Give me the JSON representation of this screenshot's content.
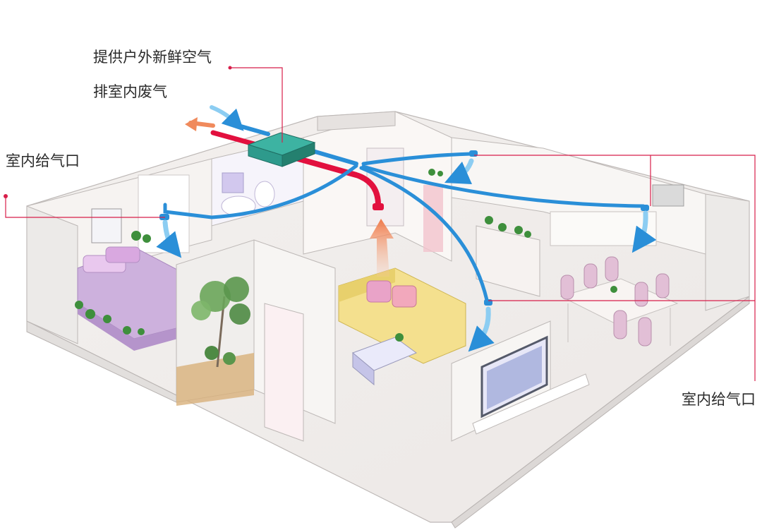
{
  "labels": {
    "fresh_air": "提供户外新鲜空气",
    "exhaust_air": "排室内废气",
    "supply_outlet_left": "室内给气口",
    "supply_outlet_right": "室内给气口"
  },
  "colors": {
    "fresh_air_duct": "#2a8fd8",
    "exhaust_air_duct": "#e2103e",
    "leader_line": "#d81e4a",
    "ventilation_unit": "#2e9a8c",
    "exhaust_flow_arrow": "#f08a5c"
  },
  "icons": {
    "ventilation_unit": "ventilation-unit-box",
    "fresh_air": "blue-airflow-arrow",
    "exhaust": "orange-airflow-arrow"
  }
}
